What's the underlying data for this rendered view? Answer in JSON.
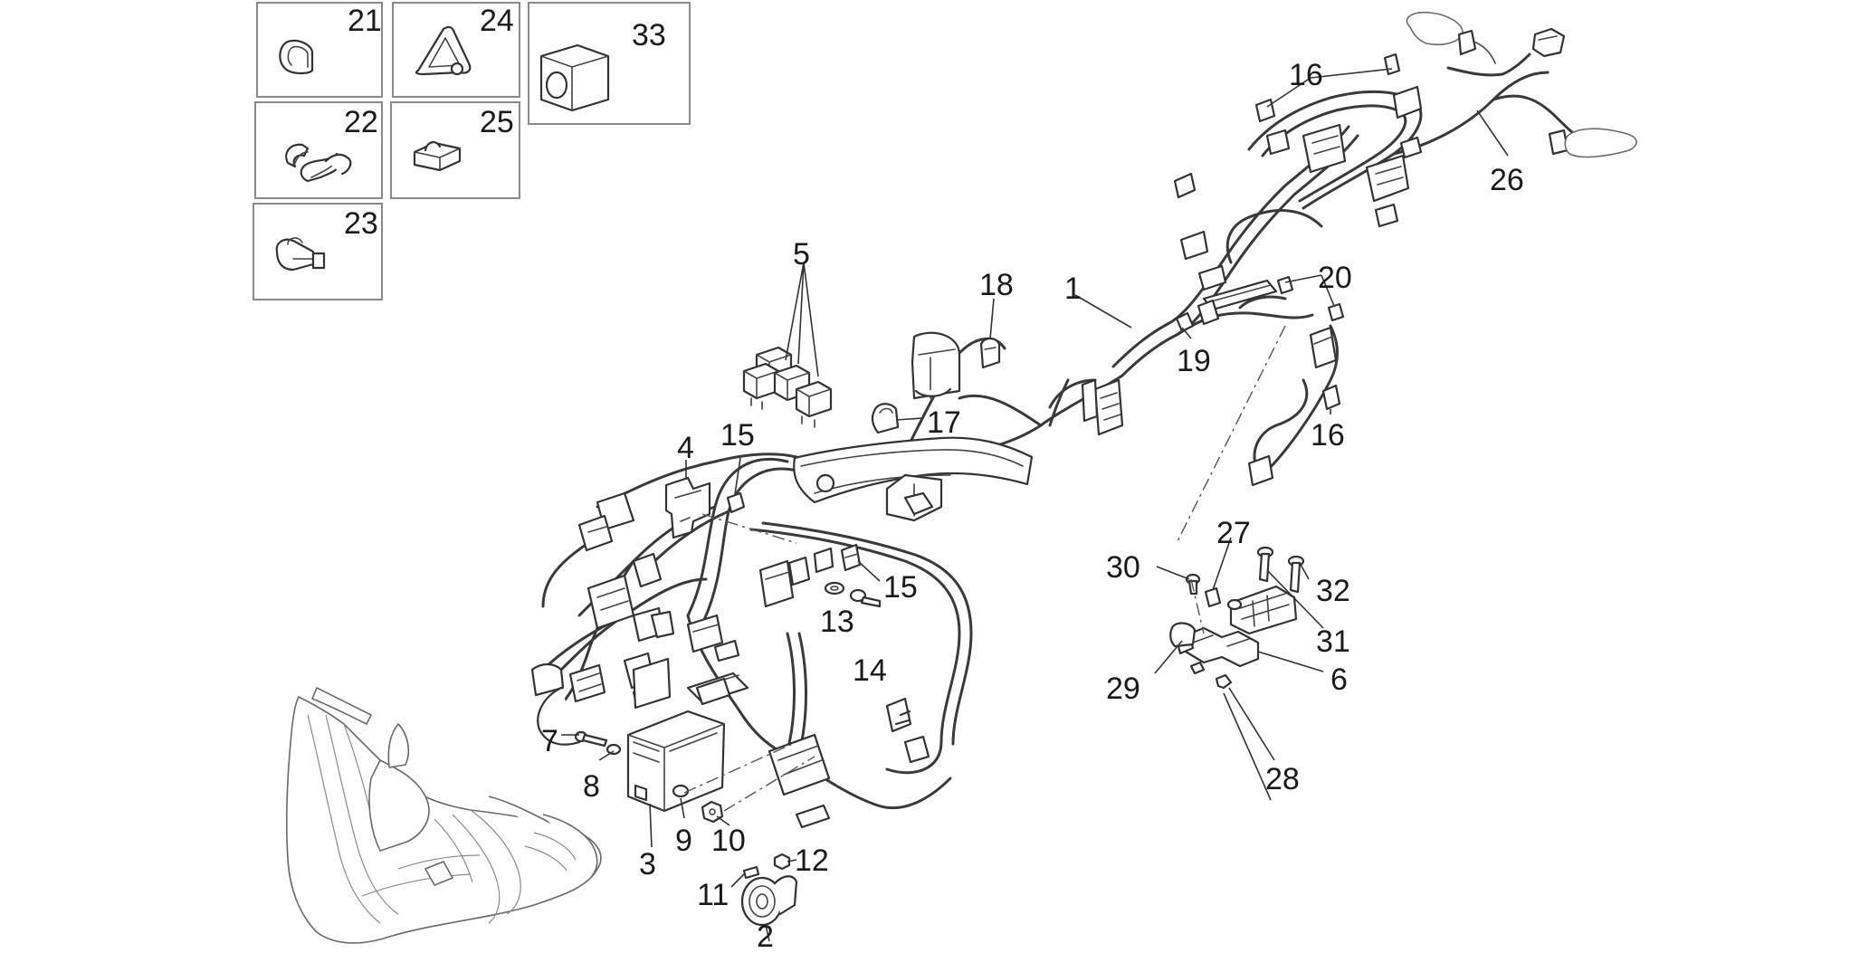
{
  "callouts": {
    "n1": "1",
    "n2": "2",
    "n3": "3",
    "n4": "4",
    "n5": "5",
    "n6": "6",
    "n7": "7",
    "n8": "8",
    "n9": "9",
    "n10": "10",
    "n11": "11",
    "n12": "12",
    "n13": "13",
    "n14": "14",
    "n15a": "15",
    "n15b": "15",
    "n16a": "16",
    "n16b": "16",
    "n17": "17",
    "n18": "18",
    "n19": "19",
    "n20": "20",
    "n21": "21",
    "n22": "22",
    "n23": "23",
    "n24": "24",
    "n25": "25",
    "n26": "26",
    "n27": "27",
    "n28": "28",
    "n29": "29",
    "n30": "30",
    "n31": "31",
    "n32": "32",
    "n33": "33"
  }
}
